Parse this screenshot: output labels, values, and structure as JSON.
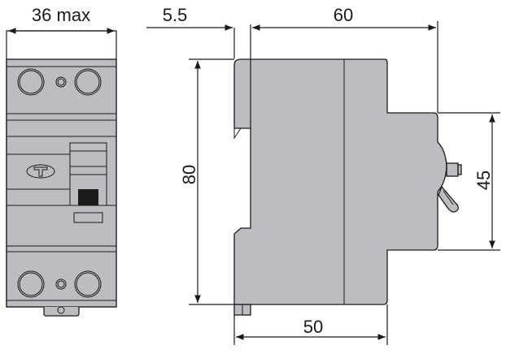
{
  "dimensions": {
    "width_front": "36 max",
    "rail_offset": "5.5",
    "depth_total": "60",
    "height": "80",
    "front_height": "45",
    "depth_body": "50"
  },
  "colors": {
    "body": "#bcbdc0",
    "line": "#1a1a1a",
    "handle_dark": "#1a1a1a"
  },
  "logo": {
    "letter": "T"
  }
}
